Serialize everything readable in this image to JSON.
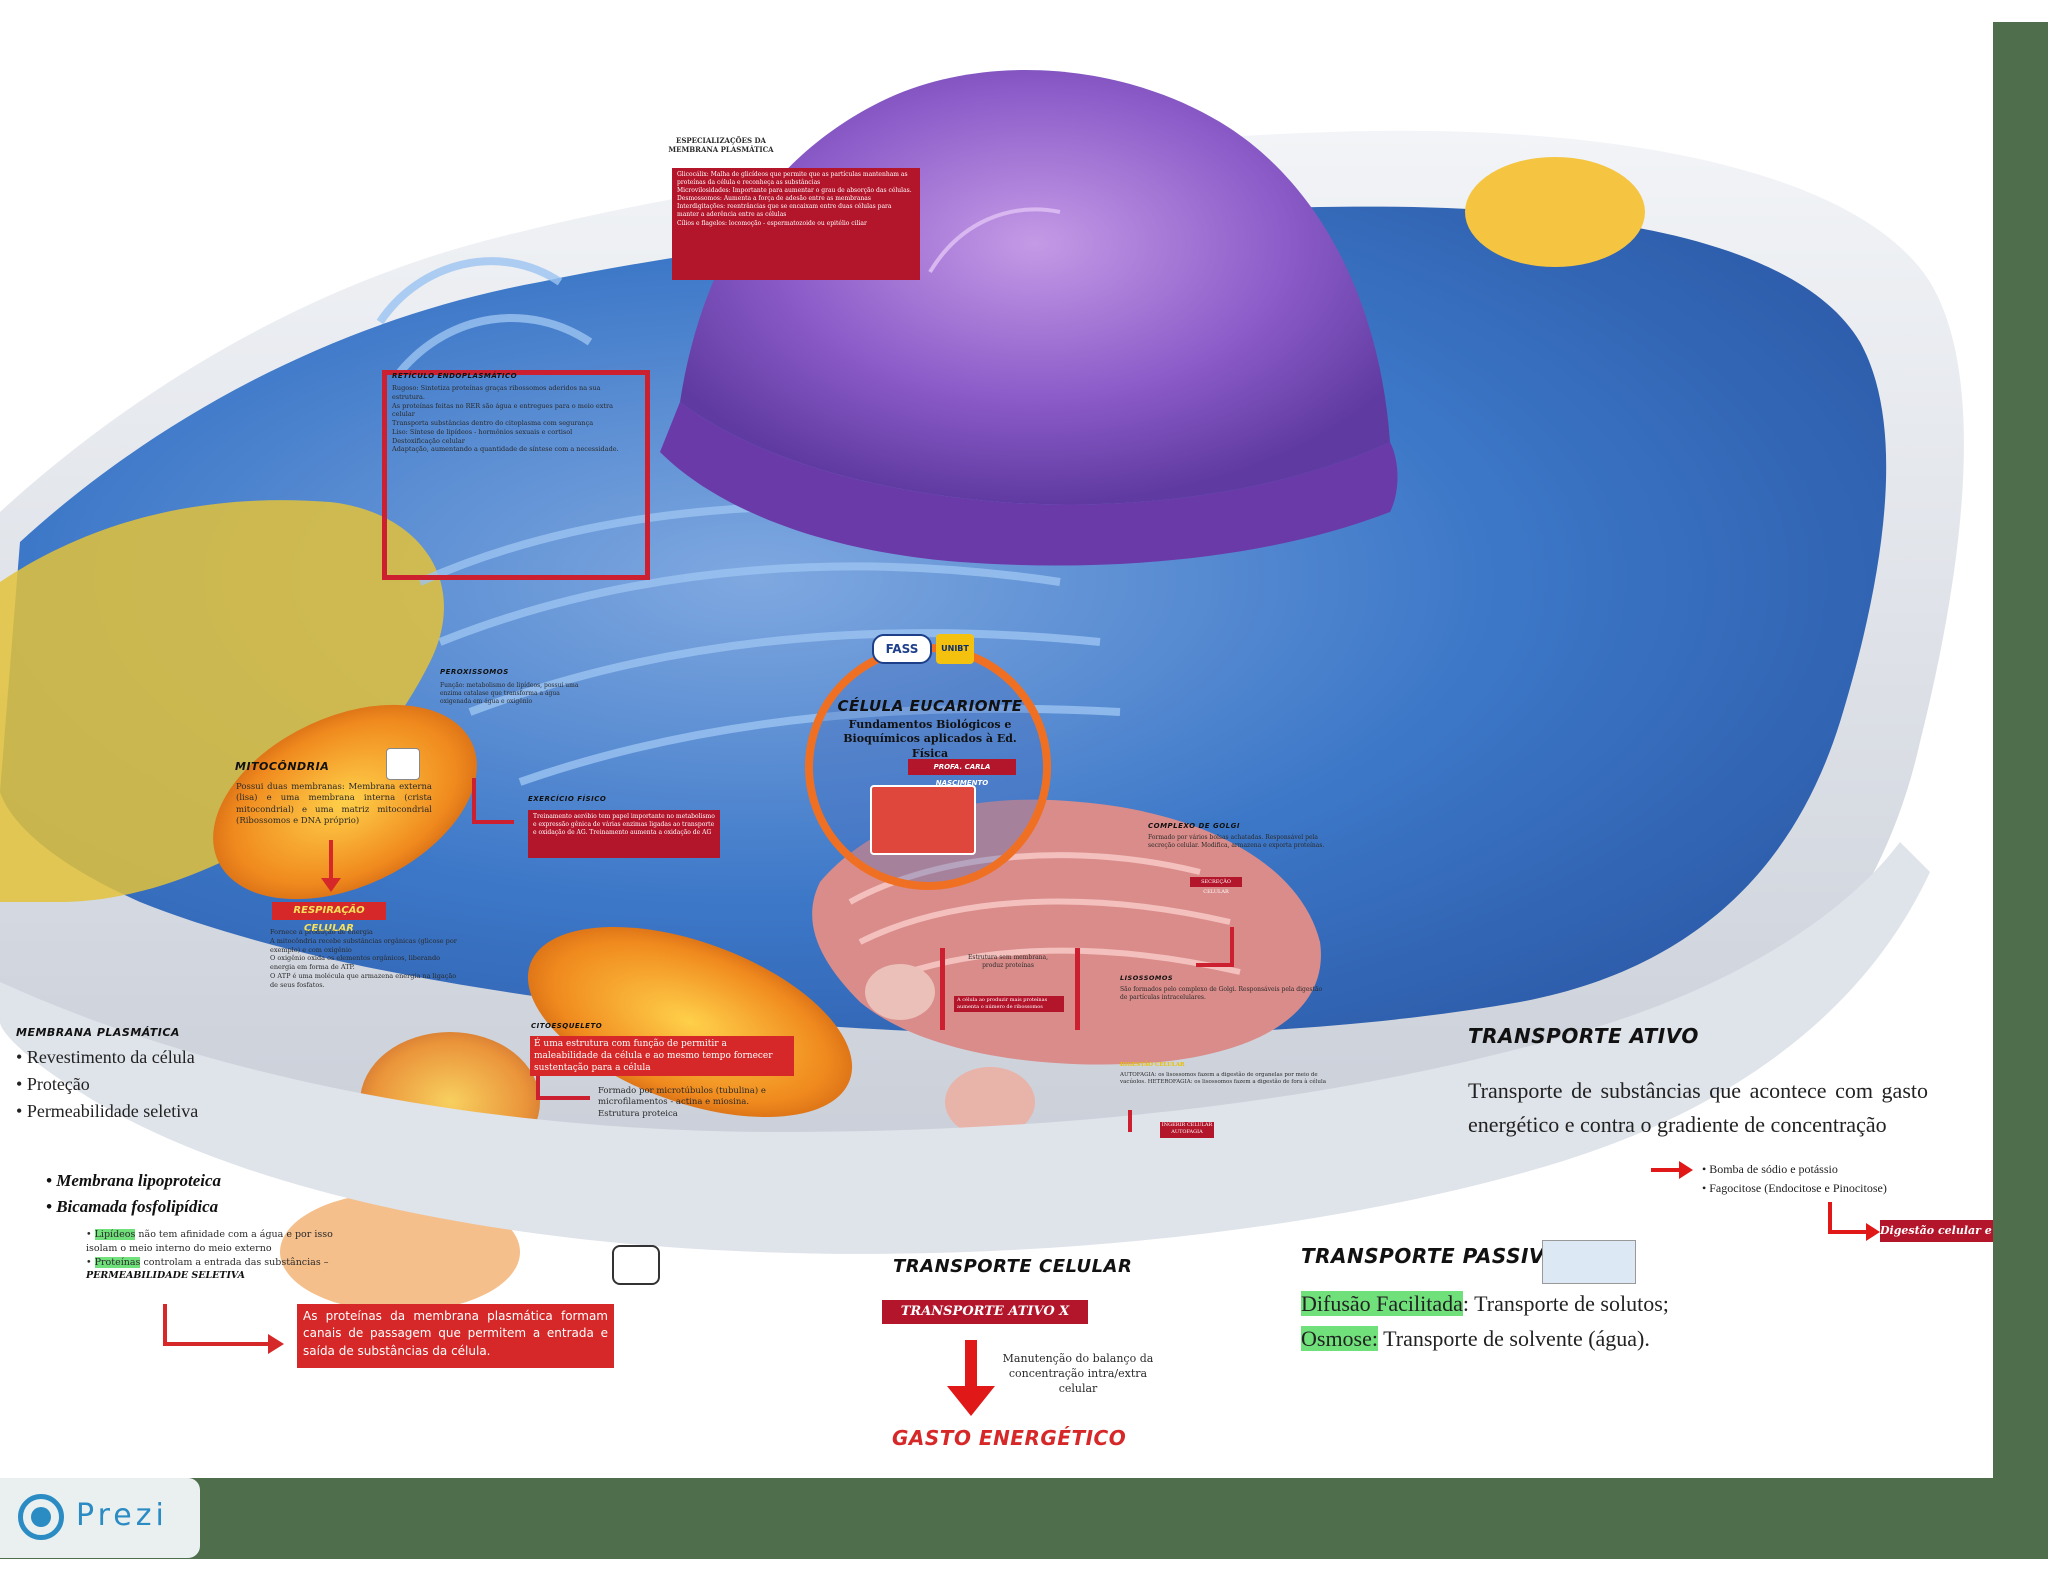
{
  "app": {
    "brand": "Prezi"
  },
  "center": {
    "title": "CÉLULA EUCARIONTE",
    "subtitle": "Fundamentos Biológicos e Bioquímicos aplicados à Ed. Física",
    "teacher": "PROFA. CARLA NASCIMENTO",
    "logo_left": "FASS",
    "logo_right": "UNIBT"
  },
  "membrane_specializations": {
    "title": "ESPECIALIZAÇÕES DA MEMBRANA PLASMÁTICA",
    "items": [
      "Glicocálix: Malha de glicídeos que permite que as partículas mantenham as proteínas da célula e reconheça as substâncias",
      "Microvilosidades: Importante para aumentar o grau de absorção das células.",
      "Desmossomos: Aumenta a força de adesão entre as membranas",
      "Interdigitações: reentrâncias que se encaixam entre duas células para manter a aderência entre as células",
      "Cílios e flagelos: locomoção - espermatozoide ou epitélio ciliar"
    ]
  },
  "er": {
    "title": "RETÍCULO ENDOPLASMÁTICO",
    "items": [
      "Rugoso: Sintetiza proteínas graças ribossomos aderidos na sua estrutura.",
      "As proteínas feitas no RER são água e entregues para o meio extra celular",
      "Transporta substâncias dentro do citoplasma com segurança",
      "Liso: Síntese de lipídeos - hormônios sexuais e cortisol",
      "Destoxificação celular",
      "Adaptação, aumentando a quantidade de síntese com a necessidade."
    ]
  },
  "mitochondria": {
    "title": "MITOCÔNDRIA",
    "text": "Possui duas membranas: Membrana externa (lisa) e uma membrana interna (crista mitocondrial) e uma matriz mitocondrial (Ribossomos e DNA próprio)",
    "respiration_label": "RESPIRAÇÃO CELULAR",
    "respiration_items": [
      "Fornece a produção de energia",
      "A mitocôndria recebe substâncias orgânicas (glicose por exemplo) e com oxigênio",
      "O oxigênio oxida os elementos orgânicos, liberando energia em forma de ATP.",
      "O ATP é uma molécula que armazena energia na ligação de seus fosfatos."
    ]
  },
  "peroxisomes": {
    "title": "PEROXISSOMOS",
    "text": "Função: metabolismo de lipídeos, possui uma enzima catalase que transforma a água oxigenada em água e oxigênio",
    "exercise_label": "EXERCÍCIO FÍSICO",
    "exercise_box": "Treinamento aeróbio tem papel importante no metabolismo e expressão gênica de várias enzimas ligadas ao transporte e oxidação de AG. Treinamento aumenta a oxidação de AG"
  },
  "golgi": {
    "title": "COMPLEXO DE GOLGI",
    "text": "Formado por vários bolsas achatadas. Responsável pela secreção celular. Modifica, armazena e exporta proteínas.",
    "secretion_label": "SECREÇÃO CELULAR",
    "lisossomos_title": "LISOSSOMOS",
    "lisossomos_text": "São formados pelo complexo de Golgi. Responsáveis pela digestão de partículas intracelulares.",
    "cell_digestion_label": "DIGESTÃO CELULAR",
    "cell_digestion_text": "AUTOFAGIA: os lisossomos fazem a digestão de organelas por meio de vacúolos. HETEROFAGIA: os lisossomos fazem a digestão de fora à célula",
    "inside_label": "INGERIR CELULAR AUTOFAGIA"
  },
  "ribosomes": {
    "text": "Estrutura sem membrana, produz proteínas",
    "box": "A célula ao produzir mais proteínas aumenta o número de ribossomos"
  },
  "cytoskeleton": {
    "title": "CITOESQUELETO",
    "box": "É uma estrutura com função de permitir a maleabilidade da célula e ao mesmo tempo fornecer sustentação para a célula",
    "text": "Formado por microtúbulos (tubulina) e microfilamentos - actina e miosina. Estrutura proteica"
  },
  "membrane": {
    "title": "MEMBRANA PLASMÁTICA",
    "items": [
      "Revestimento da célula",
      "Proteção",
      "Permeabilidade seletiva"
    ],
    "types": [
      "Membrana lipoproteica",
      "Bicamada fosfolipídica"
    ],
    "lipids_label": "Lipídeos",
    "lipids_text": " não tem afinidade com a água e por isso isolam o meio interno do meio externo",
    "proteins_label": "Proteínas",
    "proteins_text": " controlam a entrada das substâncias –",
    "selective": "PERMEABILIDADE SELETIVA",
    "proteins_box": "As proteínas da membrana plasmática formam canais de passagem que permitem a entrada e saída de substâncias da célula."
  },
  "transport": {
    "title": "TRANSPORTE CELULAR",
    "box": "TRANSPORTE ATIVO X PASSIVO",
    "balance": "Manutenção do balanço da concentração intra/extra celular",
    "energy": "GASTO ENERGÉTICO"
  },
  "active": {
    "title": "TRANSPORTE ATIVO",
    "text": "Transporte de substâncias que acontece com gasto energético e contra o gradiente de concentração",
    "items": [
      "Bomba de sódio e potássio",
      "Fagocitose (Endocitose e Pinocitose)"
    ],
    "digestion": "Digestão celular e Exocitose"
  },
  "passive": {
    "title": "TRANSPORTE PASSIVO",
    "fac_label": "Difusão Facilitada",
    "fac_text": ": Transporte de solutos;",
    "osm_label": "Osmose:",
    "osm_text": " Transporte de solvente (água)."
  },
  "colors": {
    "accent_red": "#d62828",
    "frame_green": "#4f6e4c",
    "circle_orange": "#f07023"
  }
}
